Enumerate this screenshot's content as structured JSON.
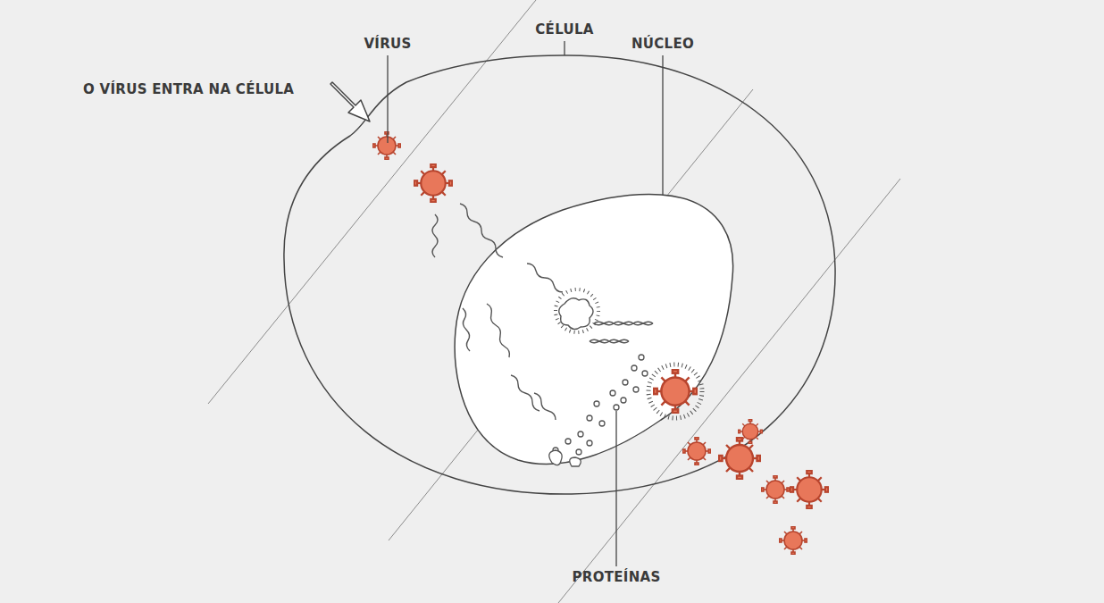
{
  "diagram": {
    "labels": [
      "VÍRUS",
      "CÉLULA",
      "NÚCLEO",
      "O VÍRUS ENTRA NA CÉLULA",
      "PROTEÍNAS"
    ]
  }
}
